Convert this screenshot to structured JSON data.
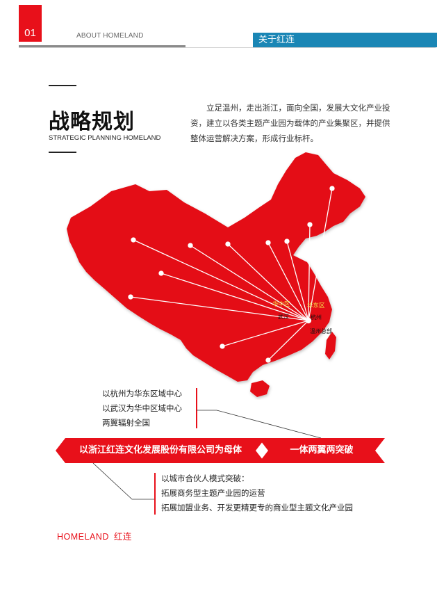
{
  "header": {
    "page_number": "01",
    "section_en": "ABOUT HOMELAND",
    "section_tag": "关于红连"
  },
  "title": {
    "main": "战略规划",
    "sub": "STRATEGIC PLANNING HOMELAND"
  },
  "intro": "立足温州，走出浙江，面向全国，发展大文化产业投资，建立以各类主题产业园为载体的产业集聚区，并提供整体运营解决方案，形成行业标杆。",
  "map": {
    "labels": {
      "central": "华中区",
      "east": "华东区",
      "wuhan": "武汉",
      "hangzhou": "杭州",
      "hq": "温州总部"
    },
    "colors": {
      "land": "#e41018",
      "line": "#ffffff",
      "label": "#f3e24a"
    }
  },
  "list_top": [
    "以杭州为华东区域中心",
    "以武汉为华中区域中心",
    "两翼辐射全国"
  ],
  "banner": {
    "left": "以浙江红连文化发展股份有限公司为母体",
    "right": "一体两翼两突破"
  },
  "list_bottom": [
    "以城市合伙人模式突破：",
    "拓展商务型主题产业园的运营",
    "拓展加盟业务、开发更精更专的商业型主题文化产业园"
  ],
  "brand": {
    "en": "HOMELAND",
    "cn": "红连"
  }
}
